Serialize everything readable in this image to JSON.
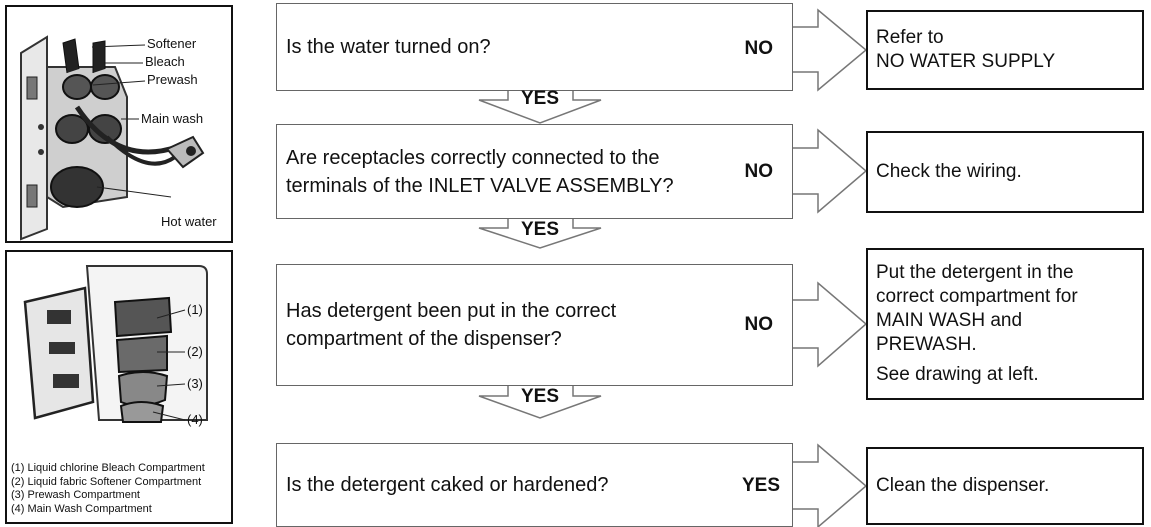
{
  "panel_top": {
    "labels": [
      "Softener",
      "Bleach",
      "Prewash",
      "Main wash",
      "Hot water"
    ]
  },
  "panel_bottom": {
    "callouts": [
      "(1)",
      "(2)",
      "(3)",
      "(4)"
    ],
    "legend": [
      "(1) Liquid chlorine Bleach Compartment",
      "(2) Liquid fabric Softener Compartment",
      "(3) Prewash Compartment",
      "(4) Main Wash Compartment"
    ]
  },
  "flow": [
    {
      "question": [
        "Is the water turned on?"
      ],
      "branch": "NO",
      "result": [
        "Refer to",
        "NO WATER SUPPLY"
      ],
      "down": "YES"
    },
    {
      "question": [
        "Are receptacles correctly connected to the",
        "terminals of the INLET VALVE ASSEMBLY?"
      ],
      "branch": "NO",
      "result": [
        "Check the wiring."
      ],
      "down": "YES"
    },
    {
      "question": [
        "Has detergent been put in the correct",
        "compartment of the dispenser?"
      ],
      "branch": "NO",
      "result": [
        "Put the detergent in the",
        "correct compartment for",
        "MAIN WASH and",
        "PREWASH.",
        "See drawing at left."
      ],
      "down": "YES"
    },
    {
      "question": [
        "Is the detergent caked or hardened?"
      ],
      "branch": "YES",
      "result": [
        "Clean the dispenser."
      ]
    }
  ]
}
